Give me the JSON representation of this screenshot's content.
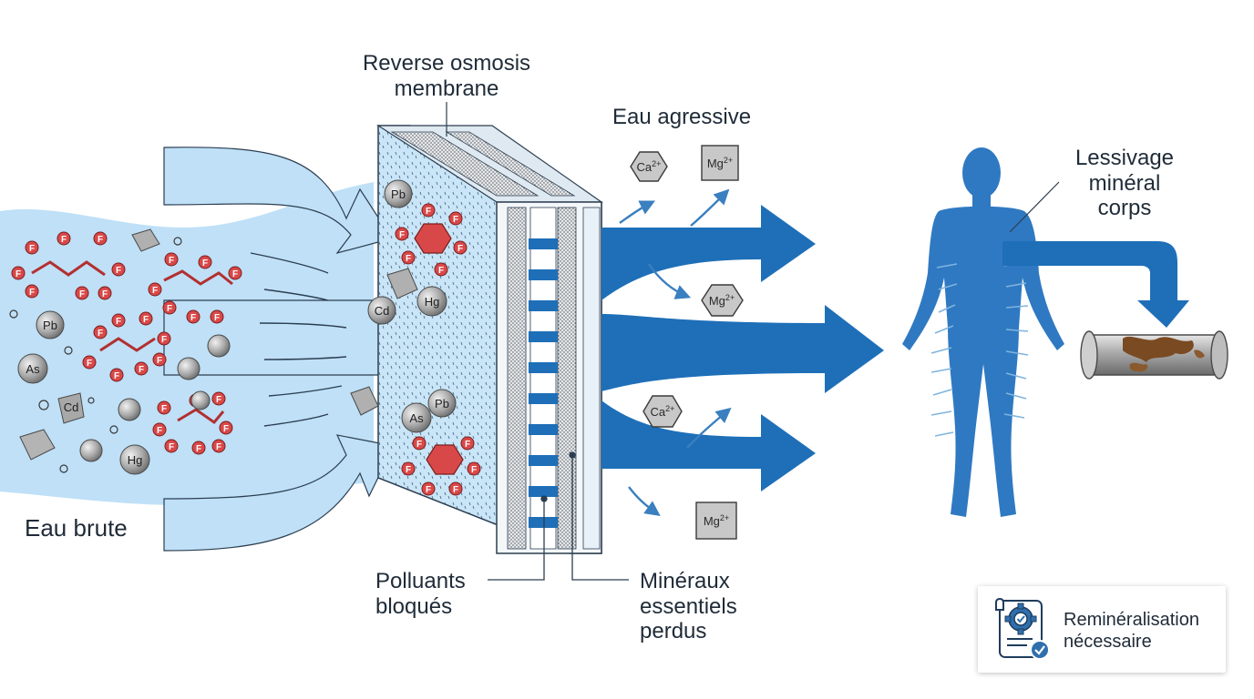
{
  "labels": {
    "membrane": [
      "Reverse osmosis",
      "membrane"
    ],
    "eau_agressive": "Eau agressive",
    "lessivage": [
      "Lessivage",
      "minéral",
      "corps"
    ],
    "eau_brute": "Eau brute",
    "polluants": [
      "Polluants",
      "bloqués"
    ],
    "mineraux": [
      "Minéraux",
      "essentiels",
      "perdus"
    ],
    "remineralisation": [
      "Reminéralisation",
      "nécessaire"
    ]
  },
  "ions": {
    "ca": "Ca",
    "ca_charge": "2+",
    "mg": "Mg",
    "mg_charge": "2+"
  },
  "elements": {
    "pb": "Pb",
    "hg": "Hg",
    "cd": "Cd",
    "as": "As",
    "f": "F"
  },
  "colors": {
    "water_light": "#bfe0f7",
    "arrow_blue": "#1e6fb8",
    "body_blue": "#2f79c2",
    "pollutant_red": "#d94848",
    "metal_grey": "#9a9a9a"
  },
  "icons": [
    "gear-check-certificate-icon",
    "corroded-pipe-icon",
    "human-body-icon"
  ]
}
